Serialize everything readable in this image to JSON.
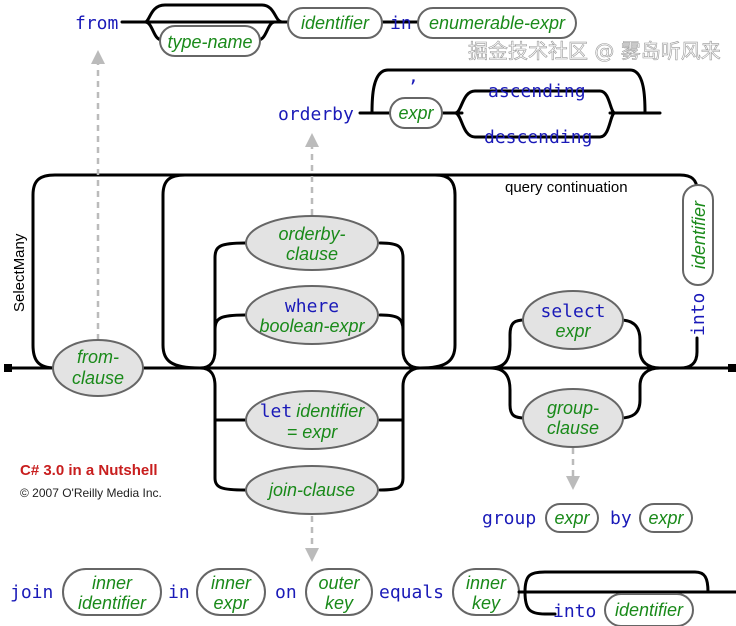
{
  "from_line": {
    "keyword_from": "from",
    "type_name": "type-name",
    "identifier": "identifier",
    "keyword_in": "in",
    "enumerable_expr": "enumerable-expr"
  },
  "orderby_line": {
    "keyword_orderby": "orderby",
    "separator": ",",
    "expr": "expr",
    "ascending": "ascending",
    "descending": "descending"
  },
  "main": {
    "select_many_label": "SelectMany",
    "query_continuation_label": "query continuation",
    "from_clause": [
      "from-",
      "clause"
    ],
    "orderby_clause": [
      "orderby-",
      "clause"
    ],
    "where": {
      "keyword": "where",
      "expr": "boolean-expr"
    },
    "let": {
      "keyword": "let",
      "identifier": "identifier",
      "expr": "= expr"
    },
    "join_clause": "join-clause",
    "select": {
      "keyword": "select",
      "expr": "expr"
    },
    "group_clause": [
      "group-",
      "clause"
    ],
    "into": {
      "keyword": "into",
      "identifier": "identifier"
    }
  },
  "group_line": {
    "keyword_group": "group",
    "expr1": "expr",
    "keyword_by": "by",
    "expr2": "expr"
  },
  "join_line": {
    "keyword_join": "join",
    "inner_identifier": [
      "inner",
      "identifier"
    ],
    "keyword_in": "in",
    "inner_expr": [
      "inner",
      "expr"
    ],
    "keyword_on": "on",
    "outer_key": [
      "outer",
      "key"
    ],
    "keyword_equals": "equals",
    "inner_key": [
      "inner",
      "key"
    ],
    "keyword_into": "into",
    "identifier": "identifier"
  },
  "credits": {
    "title": "C# 3.0 in a Nutshell",
    "copyright": "© 2007 O'Reilly Media Inc."
  },
  "watermark": "掘金技术社区 @ 雾岛听风来"
}
